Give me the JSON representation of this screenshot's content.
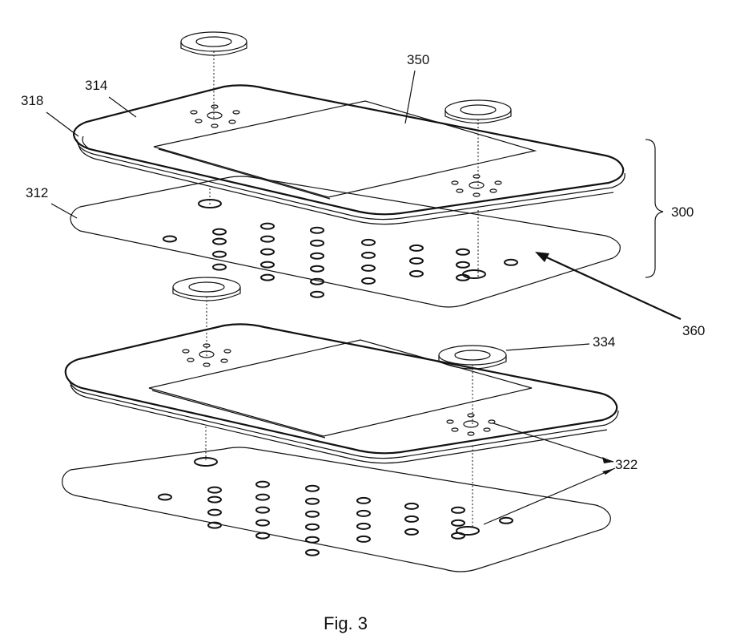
{
  "figure": {
    "caption": "Fig. 3",
    "labels": {
      "l318": "318",
      "l314": "314",
      "l350": "350",
      "l312": "312",
      "l300": "300",
      "l360": "360",
      "l334": "334",
      "l322": "322"
    }
  }
}
